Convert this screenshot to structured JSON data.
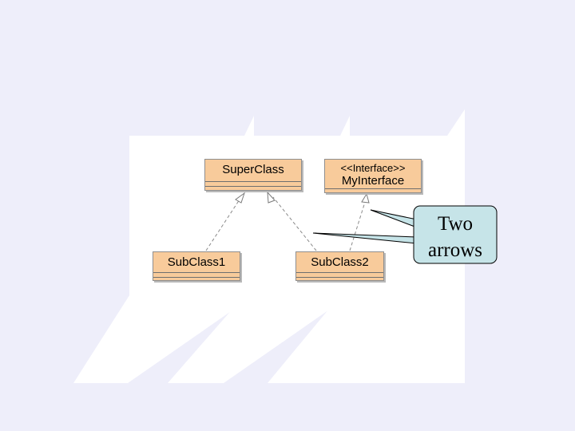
{
  "colors": {
    "background": "#eeeefa",
    "panel": "#ffffff",
    "class_fill": "#f8cb9b",
    "callout_fill": "#c6e4e8"
  },
  "classes": {
    "super": "SuperClass",
    "sub1": "SubClass1",
    "sub2": "SubClass2"
  },
  "interface": {
    "stereotype": "<<Interface>>",
    "name": "MyInterface"
  },
  "callout": {
    "line1": "Two",
    "line2": "arrows"
  }
}
